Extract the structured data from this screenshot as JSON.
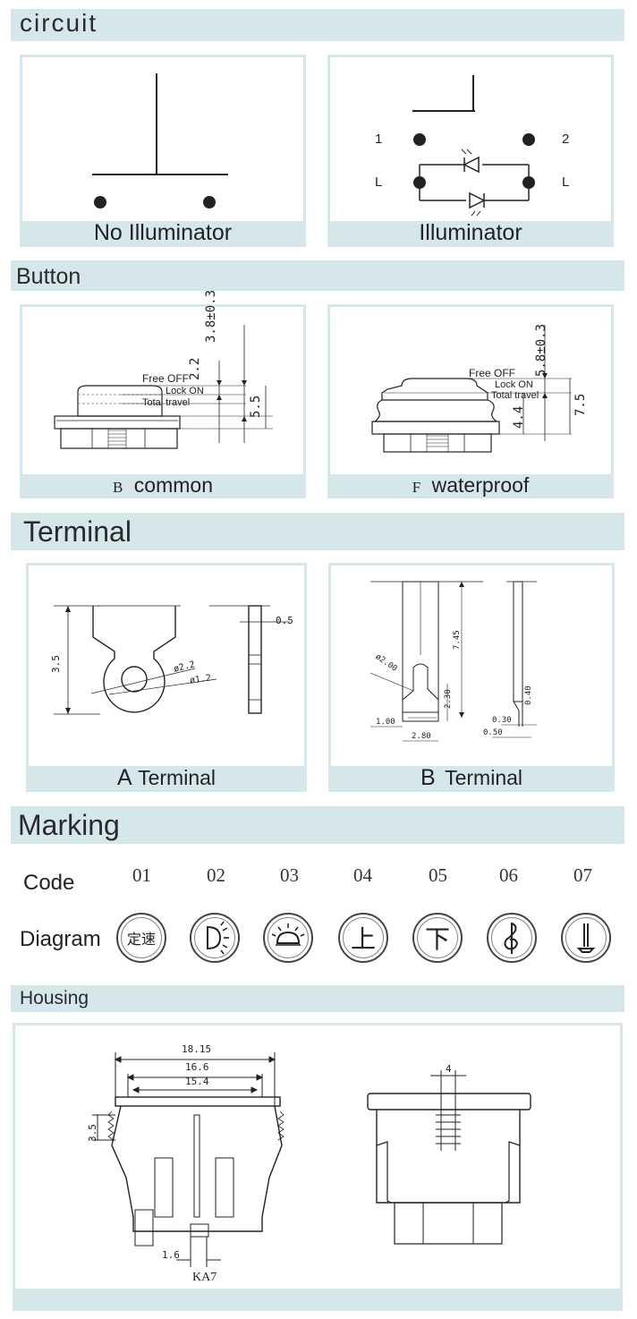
{
  "sections": {
    "circuit": "circuit",
    "button": "Button",
    "terminal": "Terminal",
    "marking": "Marking",
    "housing": "Housing"
  },
  "circuit": {
    "no_illuminator": "No Illuminator",
    "illuminator": "Illuminator",
    "pin_1": "1",
    "pin_2": "2",
    "pin_l_left": "L",
    "pin_l_right": "L"
  },
  "button": {
    "common_prefix": "B",
    "common_label": "common",
    "waterproof_prefix": "F",
    "waterproof_label": "waterproof",
    "common_dims": {
      "d1": "3.8±0.3",
      "d2": "2.2",
      "d3": "5.5",
      "free_off": "Free OFF",
      "lock_on": "Lock ON",
      "total_travel": "Total travel"
    },
    "waterproof_dims": {
      "d1": "5.8±0.3",
      "d2": "7.5",
      "d3": "4.4",
      "free_off": "Free OFF",
      "lock_on": "Lock ON",
      "total_travel": "Total travel"
    }
  },
  "terminal": {
    "a_prefix": "A",
    "a_label": "Terminal",
    "b_prefix": "B",
    "b_label": "Terminal",
    "a_dims": {
      "height": "3.5",
      "thick": "0.5",
      "d_outer": "ø2.2",
      "d_inner": "ø1.2"
    },
    "b_dims": {
      "len": "7.45",
      "dia": "ø2.00",
      "h2": "2.30",
      "w1": "1.00",
      "w2": "2.80",
      "t1": "0.40",
      "t2": "0.30",
      "t3": "0.50"
    }
  },
  "marking": {
    "code_label": "Code",
    "diagram_label": "Diagram",
    "codes": [
      "01",
      "02",
      "03",
      "04",
      "05",
      "06",
      "07"
    ],
    "glyphs": [
      "定速",
      "",
      "",
      "上",
      "下",
      "𝄞",
      ""
    ]
  },
  "housing": {
    "w1": "18.15",
    "w2": "16.6",
    "w3": "15.4",
    "h1": "3.5",
    "w4": "1.6",
    "model": "KA7",
    "w5": "4"
  }
}
